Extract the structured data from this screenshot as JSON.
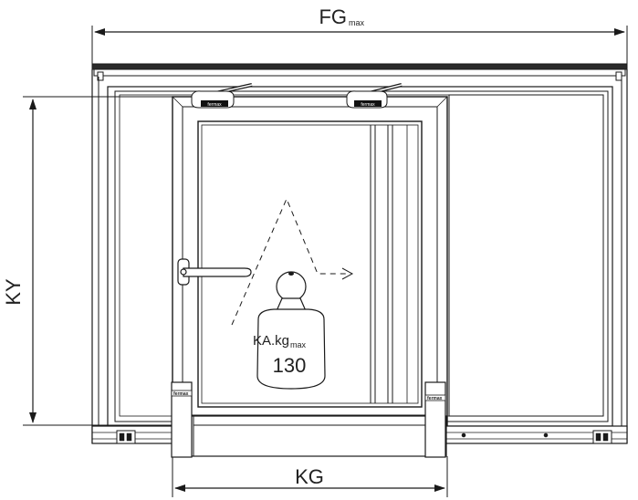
{
  "dimensions": {
    "fg_main": "FG",
    "fg_sub": "max",
    "ky": "KY",
    "kg": "KG"
  },
  "brand": "fermax",
  "weight": {
    "label_main": "KA.kg",
    "label_sub": "max",
    "value": "130"
  },
  "colors": {
    "line": "#1a1a1a",
    "frame_fill": "#ffffff",
    "accent_dark": "#111111"
  }
}
